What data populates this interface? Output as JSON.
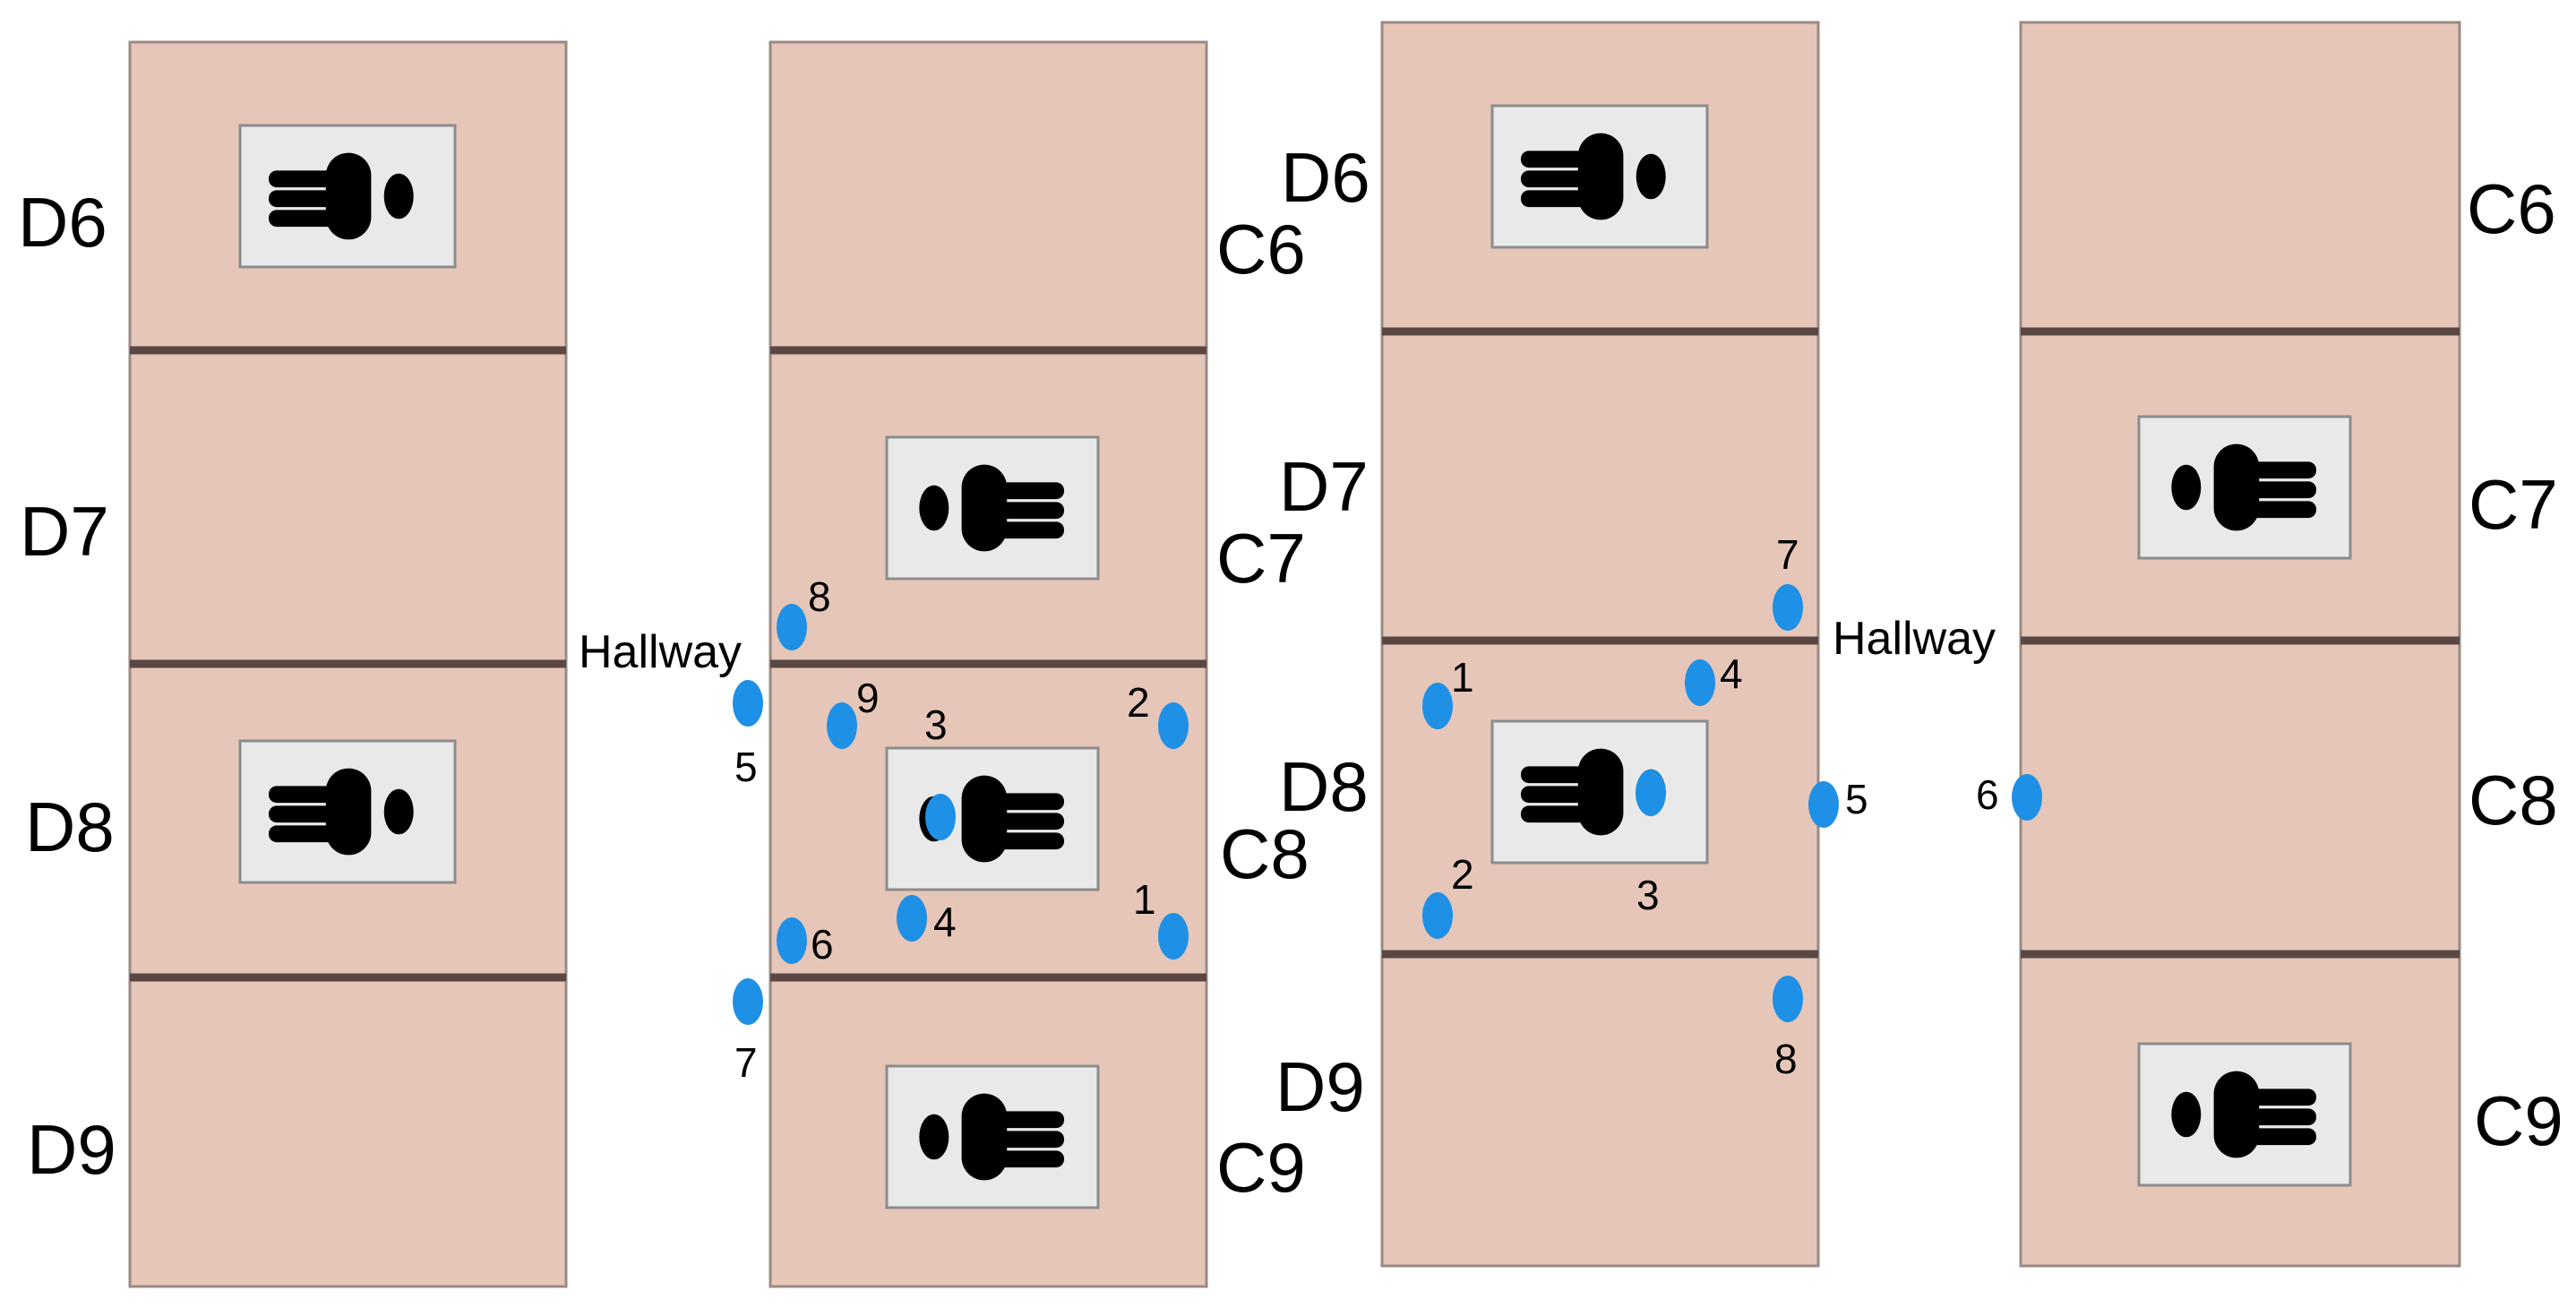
{
  "layouts": [
    {
      "left_column_rooms": [
        "D6",
        "D7",
        "D8",
        "D9"
      ],
      "right_column_rooms": [
        "C6",
        "C7",
        "C8",
        "C9"
      ],
      "occupied_rooms": [
        "D6",
        "D8",
        "C7",
        "C8",
        "C9"
      ],
      "hallway_label": "Hallway",
      "sensors": [
        "1",
        "2",
        "3",
        "4",
        "5",
        "6",
        "7",
        "8",
        "9"
      ]
    },
    {
      "left_column_rooms": [
        "D6",
        "D7",
        "D8",
        "D9"
      ],
      "right_column_rooms": [
        "C6",
        "C7",
        "C8",
        "C9"
      ],
      "occupied_rooms": [
        "D6",
        "D8",
        "C7",
        "C9"
      ],
      "hallway_label": "Hallway",
      "sensors": [
        "1",
        "2",
        "3",
        "4",
        "5",
        "6",
        "7",
        "8"
      ]
    }
  ],
  "colors": {
    "room_fill": "#e6c6b8",
    "room_border": "#9a8a84",
    "room_divider": "#5a4642",
    "bed_fill": "#e9e9e9",
    "bed_border": "#8c8c8c",
    "person": "#000000",
    "sensor": "#1e90e6"
  },
  "icons": {
    "person": "person-lying-icon",
    "sensor": "sensor-dot-icon"
  }
}
